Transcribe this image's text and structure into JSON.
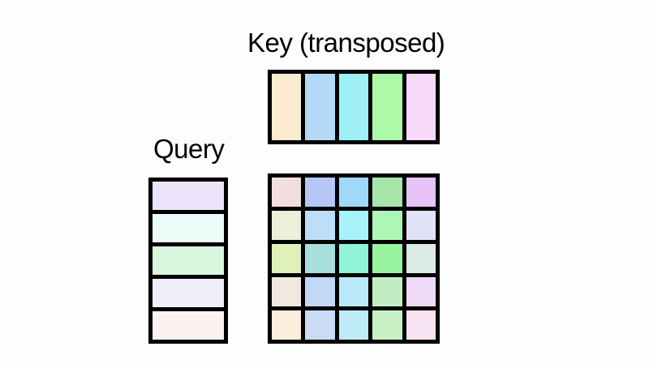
{
  "diagram": {
    "title_key": "Key (transposed)",
    "title_query": "Query",
    "background_color": "#fdfdfd",
    "border_color": "#000000"
  },
  "key_matrix": {
    "label": "Key (transposed)",
    "rows": 1,
    "cols": 5,
    "cells": [
      {
        "name": "key-cell-1",
        "color": "#fbecd0"
      },
      {
        "name": "key-cell-2",
        "color": "#b3d9f7"
      },
      {
        "name": "key-cell-3",
        "color": "#9ef0f5"
      },
      {
        "name": "key-cell-4",
        "color": "#acf9a8"
      },
      {
        "name": "key-cell-5",
        "color": "#f7daf9"
      }
    ]
  },
  "query_matrix": {
    "label": "Query",
    "rows": 5,
    "cols": 1,
    "cells": [
      {
        "name": "query-cell-1",
        "color": "#ece4fa"
      },
      {
        "name": "query-cell-2",
        "color": "#eafbf8"
      },
      {
        "name": "query-cell-3",
        "color": "#d9f7de"
      },
      {
        "name": "query-cell-4",
        "color": "#efeffc"
      },
      {
        "name": "query-cell-5",
        "color": "#fcf3f1"
      }
    ]
  },
  "product_matrix": {
    "label": "",
    "rows": 5,
    "cols": 5,
    "grid": [
      [
        "#f2dfdd",
        "#b6c6f7",
        "#9ed9fa",
        "#a7e6ab",
        "#e6c4f7"
      ],
      [
        "#eaf0d9",
        "#bbdff8",
        "#a8f2fa",
        "#acf7b6",
        "#e0e2f7"
      ],
      [
        "#dff0b8",
        "#a7e0dd",
        "#8ff4d8",
        "#97f59f",
        "#dbeae2"
      ],
      [
        "#f3e8e0",
        "#c3d7f7",
        "#b9e8fa",
        "#c0eec2",
        "#eedaf7"
      ],
      [
        "#fceedd",
        "#cbdaf5",
        "#bfeaf8",
        "#c8f0c4",
        "#f7e2f2"
      ]
    ]
  }
}
